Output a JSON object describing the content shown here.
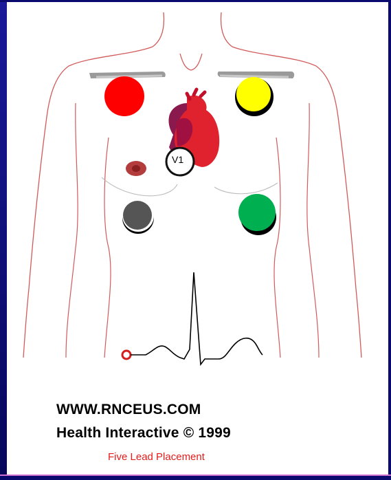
{
  "diagram": {
    "site_url": "WWW.RNCEUS.COM",
    "publisher": "Health Interactive © 1999",
    "caption": "Five Lead Placement",
    "chest_electrode_label": "V1"
  },
  "electrodes": [
    {
      "name": "right-arm",
      "color": "#ff0000"
    },
    {
      "name": "left-arm",
      "color": "#ffff00"
    },
    {
      "name": "right-leg",
      "color": "#555555"
    },
    {
      "name": "left-leg",
      "color": "#00b050"
    },
    {
      "name": "chest-v1",
      "color": "#ffffff"
    }
  ],
  "colors": {
    "background": "#0a0a6e",
    "panel": "#ffffff",
    "outline": "#d25a5a",
    "heart": "#e0222e",
    "caption": "#e21b1b"
  }
}
